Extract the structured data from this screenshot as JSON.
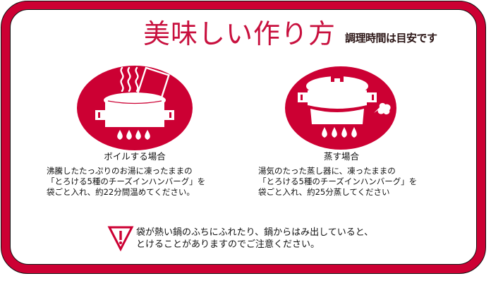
{
  "header": {
    "title": "美味しい作り方",
    "subtitle": "調理時間は目安です"
  },
  "colors": {
    "brand_red": "#cc0033",
    "title_red": "#c8103e",
    "subtitle_dark": "#2a1414"
  },
  "methods": [
    {
      "icon": "boiling-pot-icon",
      "heading": "ボイルする場合",
      "lines": [
        "沸騰したたっぷりのお湯に凍ったままの",
        "「とろける5種のチーズインハンバーグ」を",
        "袋ごと入れ、約22分間温めてください。"
      ]
    },
    {
      "icon": "steamer-pot-icon",
      "heading": "蒸す場合",
      "lines": [
        "湯気のたった蒸し器に、凍ったままの",
        "「とろける5種のチーズインハンバーグ」を",
        "袋ごと入れ、約25分蒸してください"
      ]
    }
  ],
  "warning": {
    "icon": "warning-triangle-icon",
    "lines": [
      "袋が熱い鍋のふちにふれたり、鍋からはみ出していると、",
      "とけることがありますのでご注意ください。"
    ]
  }
}
